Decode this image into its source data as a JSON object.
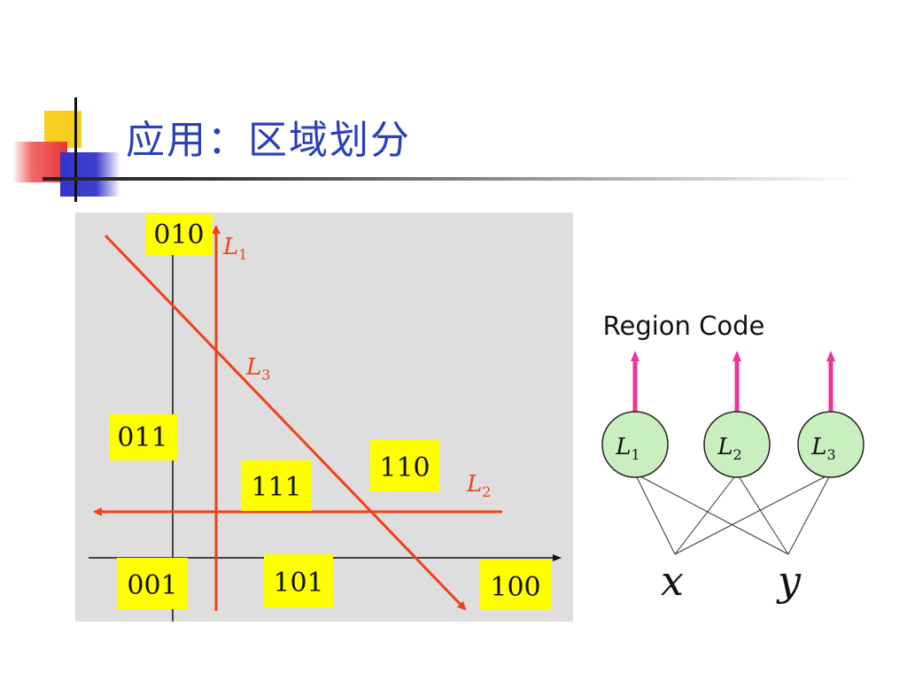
{
  "slide": {
    "title": "应用：区域划分"
  },
  "region_diagram": {
    "line_labels": {
      "L1": "L",
      "L1_sub": "1",
      "L2": "L",
      "L2_sub": "2",
      "L3": "L",
      "L3_sub": "3"
    },
    "region_codes": [
      "010",
      "011",
      "111",
      "110",
      "001",
      "101",
      "100"
    ],
    "colors": {
      "background": "#dedede",
      "boundary_line": "#f0401a",
      "code_box": "#ffff00",
      "axis": "#111111"
    }
  },
  "network": {
    "output_label": "Region Code",
    "nodes": [
      {
        "name": "L",
        "sub": "1"
      },
      {
        "name": "L",
        "sub": "2"
      },
      {
        "name": "L",
        "sub": "3"
      }
    ],
    "inputs": [
      "x",
      "y"
    ],
    "colors": {
      "node_fill": "#c9efbf",
      "node_stroke": "#222222",
      "arrow": "#ee3399"
    }
  }
}
